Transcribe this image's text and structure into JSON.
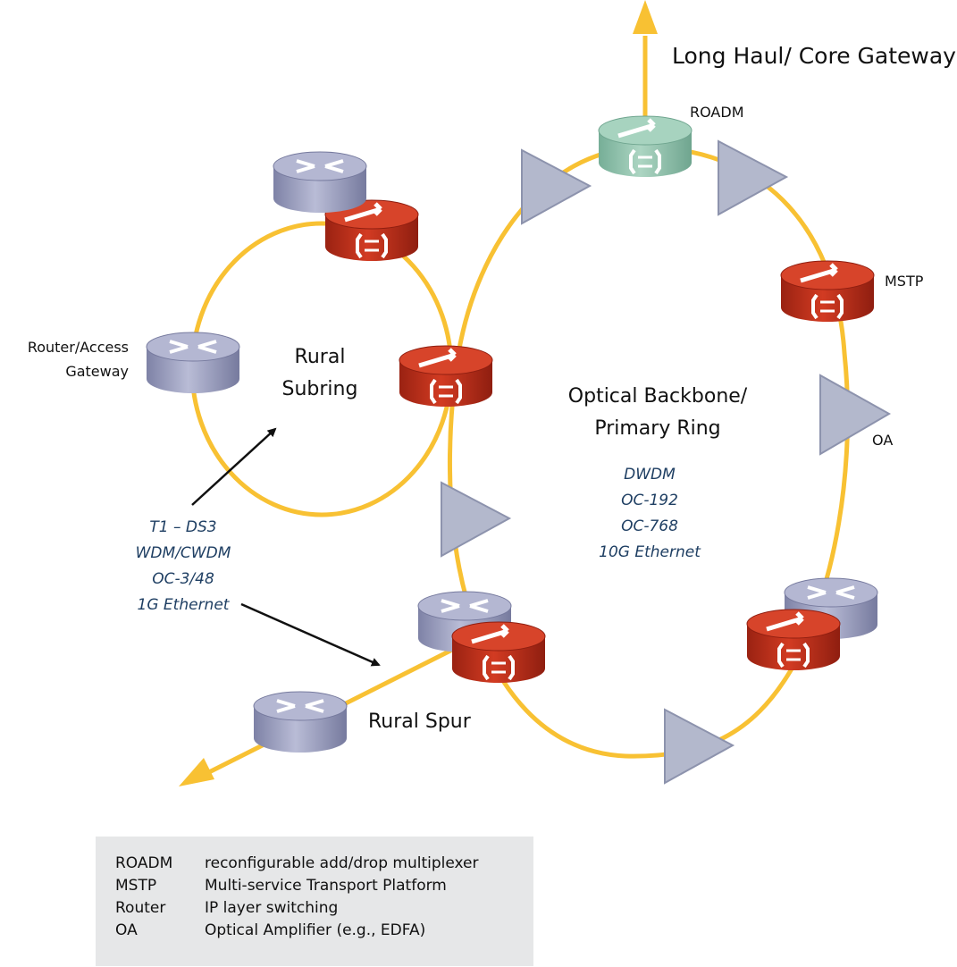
{
  "labels": {
    "gateway": "Long Haul/ Core Gateway",
    "roadm": "ROADM",
    "mstp": "MSTP",
    "oa": "OA",
    "router_line1": "Router/Access",
    "router_line2": "Gateway",
    "subring_line1": "Rural",
    "subring_line2": "Subring",
    "backbone_line1": "Optical Backbone/",
    "backbone_line2": "Primary Ring",
    "spur": "Rural Spur"
  },
  "subring_tech": [
    "T1 – DS3",
    "WDM/CWDM",
    "OC-3/48",
    "1G Ethernet"
  ],
  "backbone_tech": [
    "DWDM",
    "OC-192",
    "OC-768",
    "10G Ethernet"
  ],
  "legend": [
    {
      "abbr": "ROADM",
      "desc": "reconfigurable add/drop multiplexer"
    },
    {
      "abbr": "MSTP",
      "desc": "Multi-service Transport Platform"
    },
    {
      "abbr": "Router",
      "desc": "IP layer switching"
    },
    {
      "abbr": "OA",
      "desc": "Optical Amplifier (e.g., EDFA)"
    }
  ],
  "colors": {
    "fiber": "#f8c133",
    "mstp": "#c8321e",
    "router": "#9a9dbd",
    "roadm": "#8cc2aa",
    "amplifier": "#b3b8cc",
    "tech_text": "#1f3f63"
  }
}
